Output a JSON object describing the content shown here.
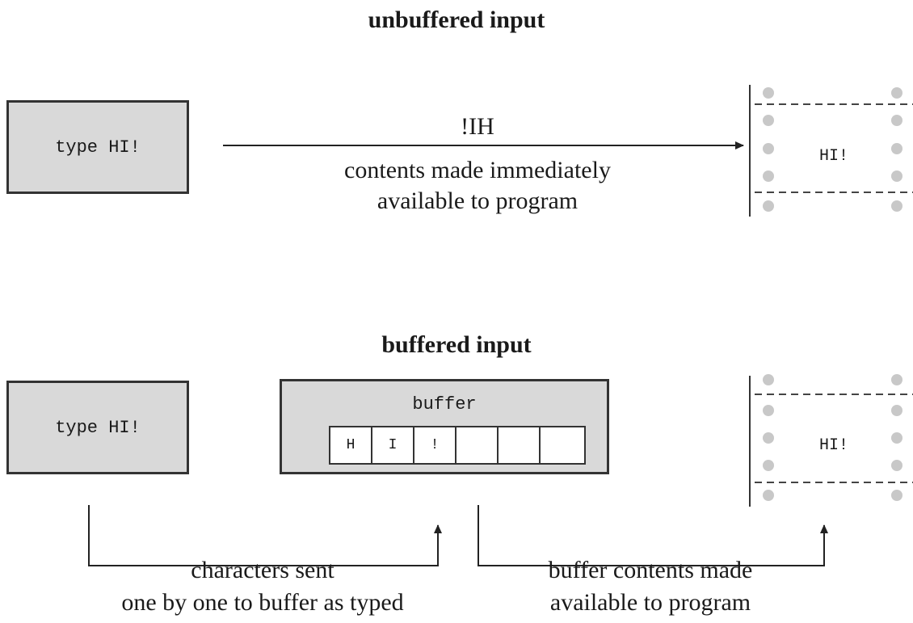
{
  "unbuffered": {
    "title": "unbuffered input",
    "keyboard_label": "type HI!",
    "arrow_top_label": "!IH",
    "arrow_bottom_line1": "contents made immediately",
    "arrow_bottom_line2": "available to program",
    "program_text": "HI!"
  },
  "buffered": {
    "title": "buffered input",
    "keyboard_label": "type HI!",
    "buffer_label": "buffer",
    "cells": [
      "H",
      "I",
      "!",
      "",
      "",
      ""
    ],
    "program_text": "HI!",
    "left_caption_line1": "characters sent",
    "left_caption_line2": "one by one to buffer as typed",
    "right_caption_line1": "buffer contents made",
    "right_caption_line2": "available to program"
  },
  "colors": {
    "box_fill": "#d9d9d9",
    "stroke": "#333333",
    "sprocket": "#c8c8c8"
  }
}
